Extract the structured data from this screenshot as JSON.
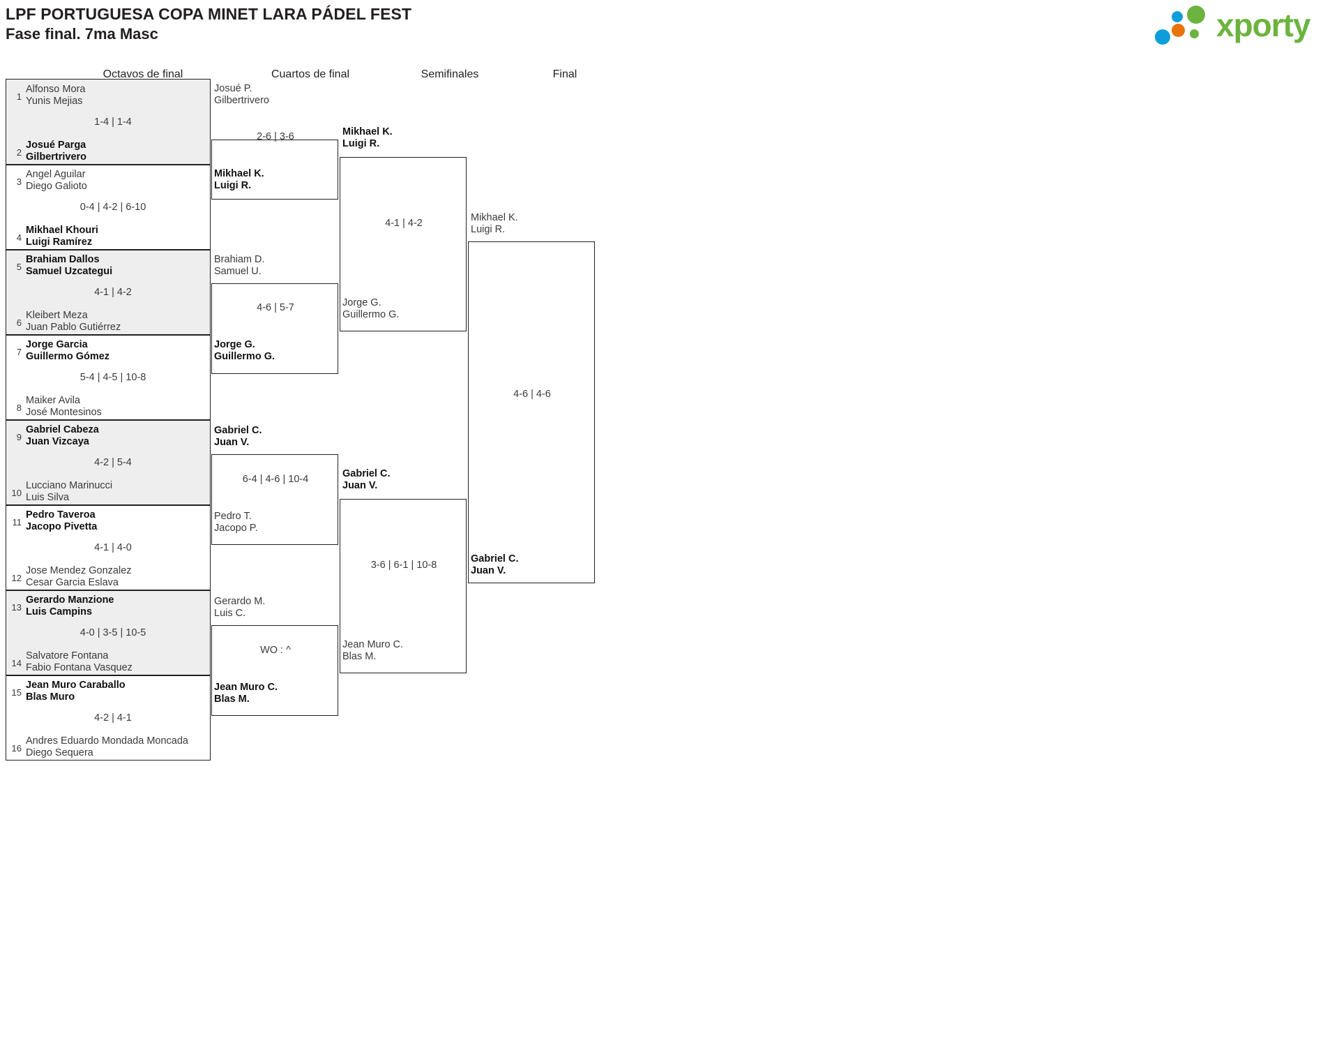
{
  "header": {
    "title_line1": "LPF PORTUGUESA COPA MINET LARA PÁDEL FEST",
    "title_line2": "Fase final. 7ma Masc",
    "logo_text": "xporty",
    "logo_colors": {
      "green": "#6cb33f",
      "blue": "#0d9ddb",
      "orange": "#e8730c"
    }
  },
  "rounds": [
    {
      "label": "Octavos de final"
    },
    {
      "label": "Cuartos de final"
    },
    {
      "label": "Semifinales"
    },
    {
      "label": "Final"
    }
  ],
  "round1": {
    "matches": [
      {
        "score": "1-4 | 1-4",
        "top": {
          "seed": "1",
          "p1": "Alfonso Mora",
          "p2": "Yunis Mejias",
          "winner": false
        },
        "bottom": {
          "seed": "2",
          "p1": "Josué Parga",
          "p2": "Gilbertrivero",
          "winner": true
        }
      },
      {
        "score": "0-4 | 4-2 | 6-10",
        "top": {
          "seed": "3",
          "p1": "Angel Aguilar",
          "p2": "Diego Galioto",
          "winner": false
        },
        "bottom": {
          "seed": "4",
          "p1": "Mikhael Khouri",
          "p2": "Luigi Ramírez",
          "winner": true
        }
      },
      {
        "score": "4-1 | 4-2",
        "top": {
          "seed": "5",
          "p1": "Brahiam Dallos",
          "p2": "Samuel Uzcategui",
          "winner": true
        },
        "bottom": {
          "seed": "6",
          "p1": "Kleibert Meza",
          "p2": "Juan Pablo Gutiérrez",
          "winner": false
        }
      },
      {
        "score": "5-4 | 4-5 | 10-8",
        "top": {
          "seed": "7",
          "p1": "Jorge Garcia",
          "p2": "Guillermo Gómez",
          "winner": true
        },
        "bottom": {
          "seed": "8",
          "p1": "Maiker Avila",
          "p2": "José Montesinos",
          "winner": false
        }
      },
      {
        "score": "4-2 | 5-4",
        "top": {
          "seed": "9",
          "p1": "Gabriel Cabeza",
          "p2": "Juan Vizcaya",
          "winner": true
        },
        "bottom": {
          "seed": "10",
          "p1": "Lucciano Marinucci",
          "p2": "Luis Silva",
          "winner": false
        }
      },
      {
        "score": "4-1 | 4-0",
        "top": {
          "seed": "11",
          "p1": "Pedro Taveroa",
          "p2": "Jacopo Pivetta",
          "winner": true
        },
        "bottom": {
          "seed": "12",
          "p1": "Jose Mendez Gonzalez",
          "p2": "Cesar Garcia Eslava",
          "winner": false
        }
      },
      {
        "score": "4-0 | 3-5 | 10-5",
        "top": {
          "seed": "13",
          "p1": "Gerardo Manzione",
          "p2": "Luis Campins",
          "winner": true
        },
        "bottom": {
          "seed": "14",
          "p1": "Salvatore Fontana",
          "p2": "Fabio Fontana Vasquez",
          "winner": false
        }
      },
      {
        "score": "4-2 | 4-1",
        "top": {
          "seed": "15",
          "p1": "Jean Muro Caraballo",
          "p2": "Blas Muro",
          "winner": true
        },
        "bottom": {
          "seed": "16",
          "p1": "Andres Eduardo Mondada Moncada",
          "p2": "Diego Sequera",
          "winner": false
        }
      }
    ]
  },
  "round2": {
    "matches": [
      {
        "score": "2-6 | 3-6",
        "top": {
          "p1": "Josué P.",
          "p2": "Gilbertrivero",
          "winner": false
        },
        "bottom": {
          "p1": "Mikhael K.",
          "p2": "Luigi R.",
          "winner": true
        }
      },
      {
        "score": "4-6 | 5-7",
        "top": {
          "p1": "Brahiam D.",
          "p2": "Samuel U.",
          "winner": false
        },
        "bottom": {
          "p1": "Jorge G.",
          "p2": "Guillermo G.",
          "winner": true
        }
      },
      {
        "score": "6-4 | 4-6 | 10-4",
        "top": {
          "p1": "Gabriel C.",
          "p2": "Juan V.",
          "winner": true
        },
        "bottom": {
          "p1": "Pedro T.",
          "p2": "Jacopo P.",
          "winner": false
        }
      },
      {
        "score": "WO : ^",
        "top": {
          "p1": "Gerardo M.",
          "p2": "Luis C.",
          "winner": false
        },
        "bottom": {
          "p1": "Jean Muro C.",
          "p2": "Blas M.",
          "winner": true
        }
      }
    ]
  },
  "round3": {
    "matches": [
      {
        "score": "4-1 | 4-2",
        "top": {
          "p1": "Mikhael K.",
          "p2": "Luigi R.",
          "winner": true
        },
        "bottom": {
          "p1": "Jorge G.",
          "p2": "Guillermo G.",
          "winner": false
        }
      },
      {
        "score": "3-6 | 6-1 | 10-8",
        "top": {
          "p1": "Gabriel C.",
          "p2": "Juan V.",
          "winner": true
        },
        "bottom": {
          "p1": "Jean Muro C.",
          "p2": "Blas M.",
          "winner": false
        }
      }
    ]
  },
  "round4": {
    "matches": [
      {
        "score": "4-6 | 4-6",
        "top": {
          "p1": "Mikhael K.",
          "p2": "Luigi R.",
          "winner": false
        },
        "bottom": {
          "p1": "Gabriel C.",
          "p2": "Juan V.",
          "winner": true
        }
      }
    ]
  }
}
